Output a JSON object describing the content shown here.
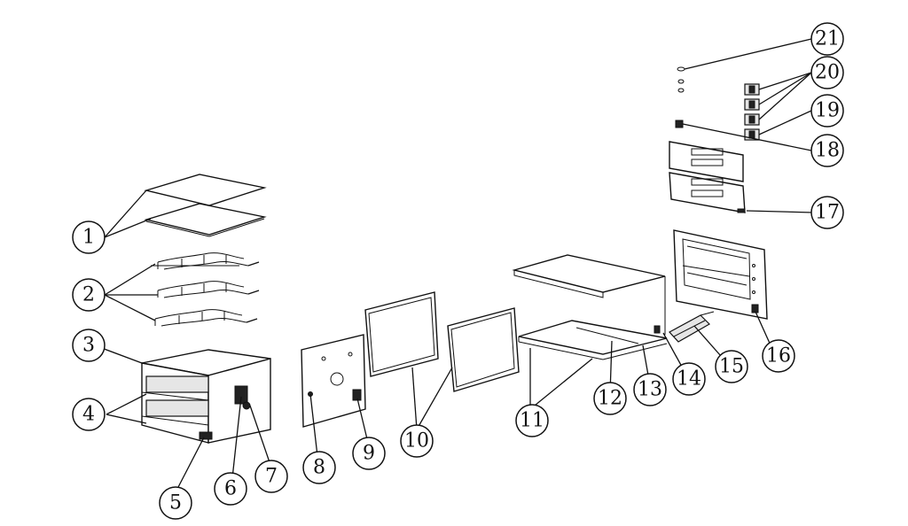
{
  "callouts": [
    {
      "id": 1,
      "label": "1"
    },
    {
      "id": 2,
      "label": "2"
    },
    {
      "id": 3,
      "label": "3"
    },
    {
      "id": 4,
      "label": "4"
    },
    {
      "id": 5,
      "label": "5"
    },
    {
      "id": 6,
      "label": "6"
    },
    {
      "id": 7,
      "label": "7"
    },
    {
      "id": 8,
      "label": "8"
    },
    {
      "id": 9,
      "label": "9"
    },
    {
      "id": 10,
      "label": "10"
    },
    {
      "id": 11,
      "label": "11"
    },
    {
      "id": 12,
      "label": "12"
    },
    {
      "id": 13,
      "label": "13"
    },
    {
      "id": 14,
      "label": "14"
    },
    {
      "id": 15,
      "label": "15"
    },
    {
      "id": 16,
      "label": "16"
    },
    {
      "id": 17,
      "label": "17"
    },
    {
      "id": 18,
      "label": "18"
    },
    {
      "id": 19,
      "label": "19"
    },
    {
      "id": 20,
      "label": "20"
    },
    {
      "id": 21,
      "label": "21"
    }
  ]
}
